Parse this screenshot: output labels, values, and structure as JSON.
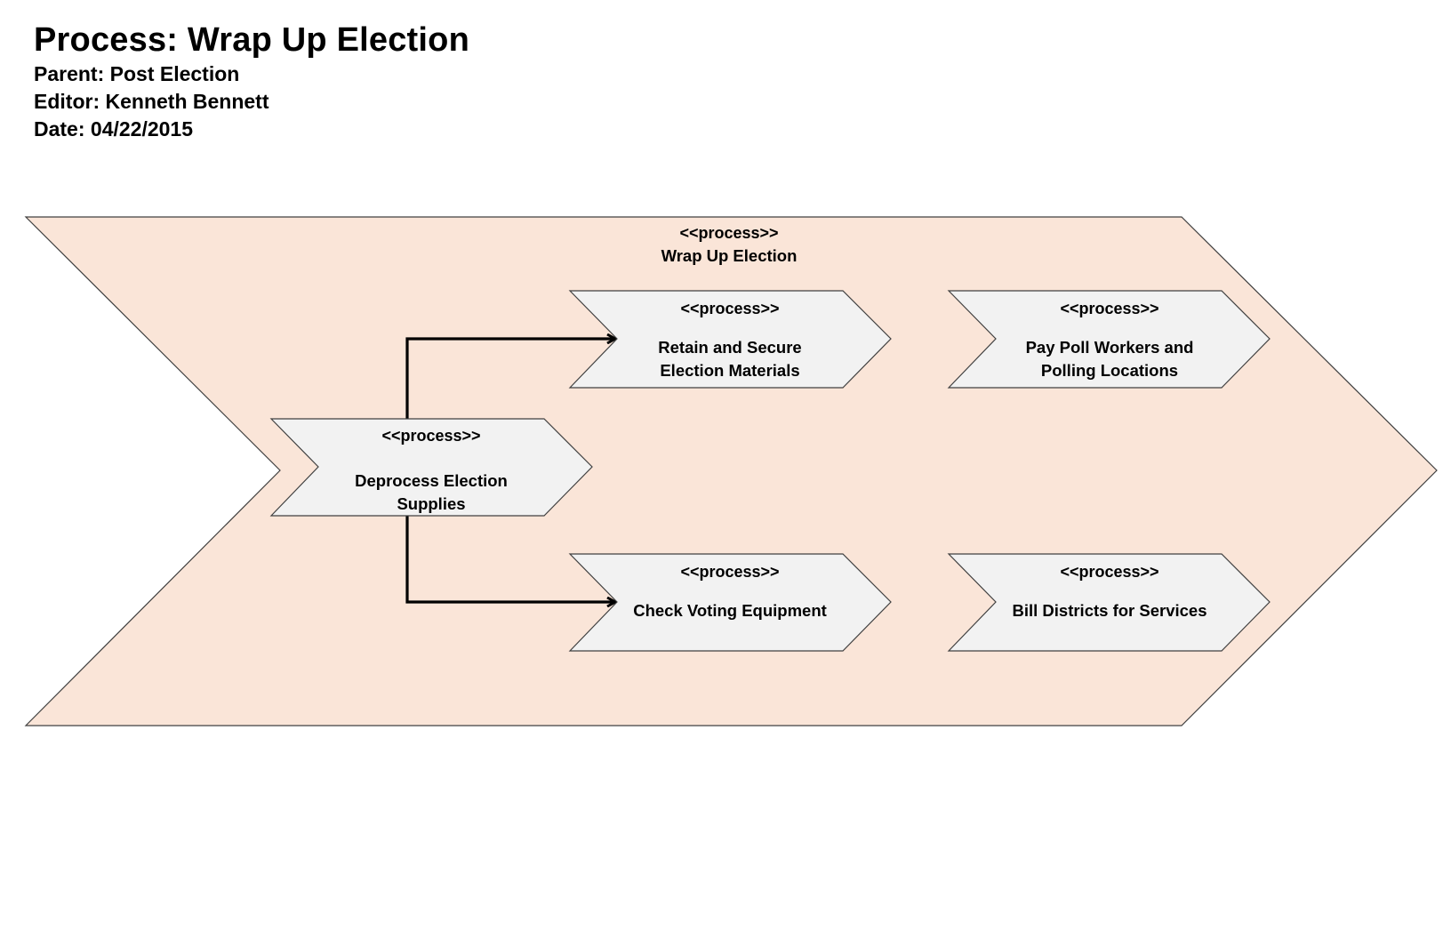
{
  "header": {
    "title": "Process: Wrap Up Election",
    "parent": "Parent: Post Election",
    "editor": "Editor: Kenneth Bennett",
    "date": "Date: 04/22/2015"
  },
  "container": {
    "stereotype": "<<process>>",
    "name": "Wrap Up Election",
    "fill": "#fae5d8"
  },
  "processes": {
    "deprocess": {
      "stereotype": "<<process>>",
      "line1": "Deprocess Election",
      "line2": "Supplies"
    },
    "retain": {
      "stereotype": "<<process>>",
      "line1": "Retain and Secure",
      "line2": "Election Materials"
    },
    "pay": {
      "stereotype": "<<process>>",
      "line1": "Pay Poll Workers and",
      "line2": "Polling Locations"
    },
    "check": {
      "stereotype": "<<process>>",
      "line1": "Check Voting Equipment"
    },
    "bill": {
      "stereotype": "<<process>>",
      "line1": "Bill Districts for Services"
    }
  },
  "colors": {
    "process_fill": "#f2f2f2",
    "outline": "#404040",
    "arrow": "#000000"
  }
}
